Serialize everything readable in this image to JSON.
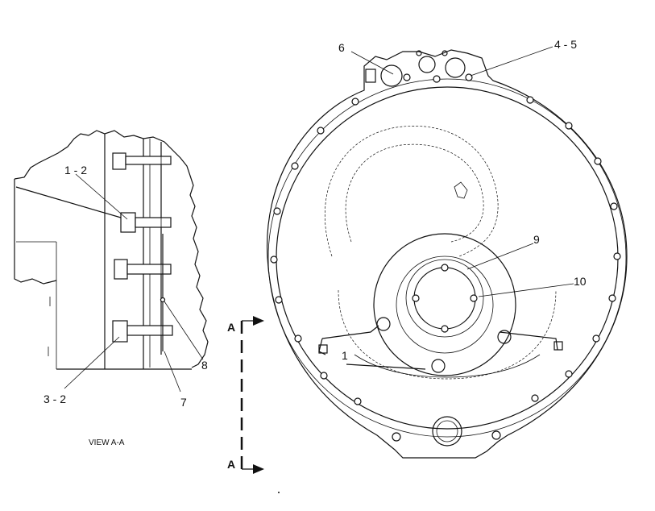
{
  "labels": {
    "l12": "1 - 2",
    "l32": "3 - 2",
    "l7": "7",
    "l8": "8",
    "l6": "6",
    "l45": "4 - 5",
    "l9": "9",
    "l10": "10",
    "l1": "1",
    "view": "VIEW  A-A",
    "arrowTop": "A",
    "arrowBottom": "A"
  }
}
